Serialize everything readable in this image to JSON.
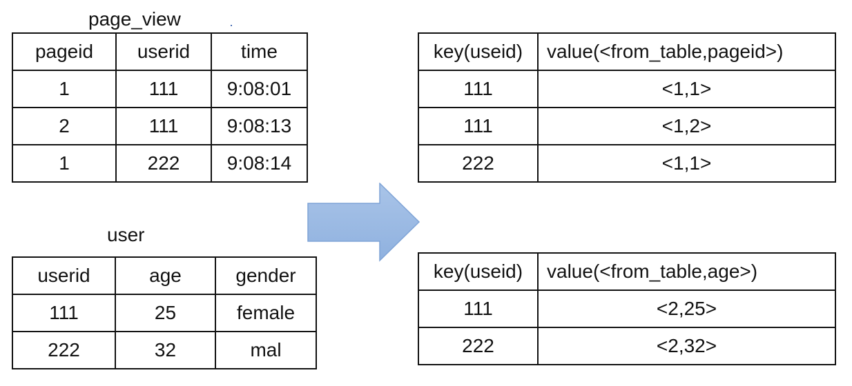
{
  "page_view": {
    "title": "page_view",
    "headers": [
      "pageid",
      "userid",
      "time"
    ],
    "rows": [
      [
        "1",
        "111",
        "9:08:01"
      ],
      [
        "2",
        "111",
        "9:08:13"
      ],
      [
        "1",
        "222",
        "9:08:14"
      ]
    ]
  },
  "user": {
    "title": "user",
    "headers": [
      "userid",
      "age",
      "gender"
    ],
    "rows": [
      [
        "111",
        "25",
        "female"
      ],
      [
        "222",
        "32",
        "mal"
      ]
    ]
  },
  "map_output_1": {
    "headers": [
      "key(useid)",
      "value(<from_table,pageid>)"
    ],
    "rows": [
      [
        "111",
        "<1,1>"
      ],
      [
        "111",
        "<1,2>"
      ],
      [
        "222",
        "<1,1>"
      ]
    ]
  },
  "map_output_2": {
    "headers": [
      "key(useid)",
      "value(<from_table,age>)"
    ],
    "rows": [
      [
        "111",
        "<2,25>"
      ],
      [
        "222",
        "<2,32>"
      ]
    ]
  },
  "colors": {
    "arrow_fill_top": "#a9c4e8",
    "arrow_fill_bottom": "#8fb1df",
    "arrow_stroke": "#7ea3d6",
    "dot": "#4a6fb5"
  }
}
